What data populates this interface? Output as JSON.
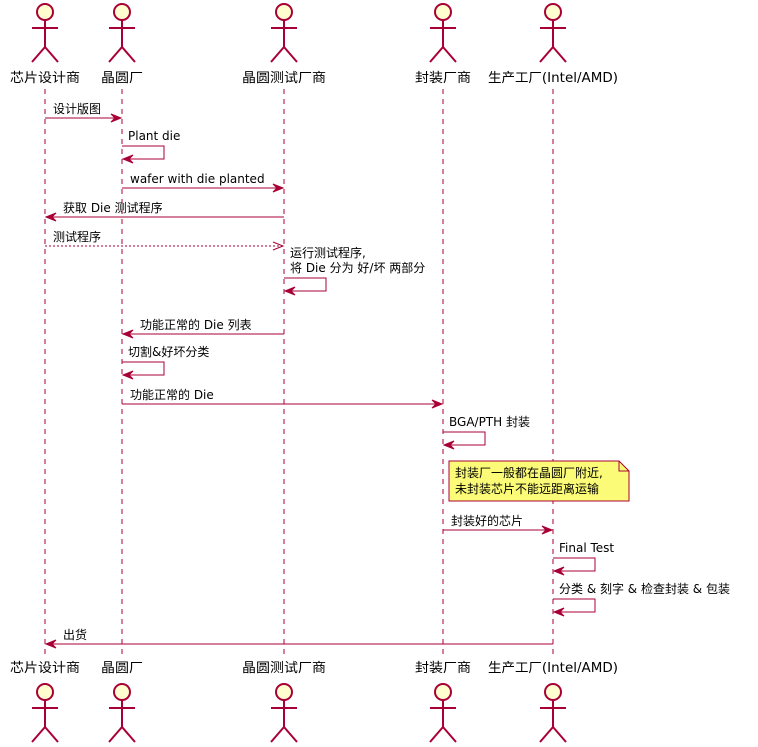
{
  "participants": [
    {
      "id": "chip",
      "label": "芯片设计商"
    },
    {
      "id": "fab",
      "label": "晶圆厂"
    },
    {
      "id": "wtest",
      "label": "晶圆测试厂商"
    },
    {
      "id": "pkg",
      "label": "封装厂商"
    },
    {
      "id": "oem",
      "label": "生产工厂(Intel/AMD)"
    }
  ],
  "messages": [
    {
      "from": "chip",
      "to": "fab",
      "lines": [
        "设计版图"
      ],
      "style": "solid"
    },
    {
      "from": "fab",
      "to": "fab",
      "lines": [
        "Plant die"
      ],
      "style": "solid"
    },
    {
      "from": "fab",
      "to": "wtest",
      "lines": [
        "wafer with die planted"
      ],
      "style": "solid"
    },
    {
      "from": "wtest",
      "to": "chip",
      "lines": [
        "获取 Die 测试程序"
      ],
      "style": "solid"
    },
    {
      "from": "chip",
      "to": "wtest",
      "lines": [
        "测试程序"
      ],
      "style": "dashed"
    },
    {
      "from": "wtest",
      "to": "wtest",
      "lines": [
        "运行测试程序,",
        "将 Die 分为 好/坏 两部分"
      ],
      "style": "solid"
    },
    {
      "from": "wtest",
      "to": "fab",
      "lines": [
        "功能正常的 Die 列表"
      ],
      "style": "solid"
    },
    {
      "from": "fab",
      "to": "fab",
      "lines": [
        "切割&好坏分类"
      ],
      "style": "solid"
    },
    {
      "from": "fab",
      "to": "pkg",
      "lines": [
        "功能正常的 Die"
      ],
      "style": "solid"
    },
    {
      "from": "pkg",
      "to": "pkg",
      "lines": [
        "BGA/PTH 封装"
      ],
      "style": "solid"
    },
    {
      "from": "pkg",
      "to": "oem",
      "lines": [
        "封装好的芯片"
      ],
      "style": "solid"
    },
    {
      "from": "oem",
      "to": "oem",
      "lines": [
        "Final Test"
      ],
      "style": "solid"
    },
    {
      "from": "oem",
      "to": "oem",
      "lines": [
        "分类 & 刻字 & 检查封装 & 包装"
      ],
      "style": "solid"
    },
    {
      "from": "oem",
      "to": "chip",
      "lines": [
        "出货"
      ],
      "style": "solid"
    }
  ],
  "note": {
    "over": "pkg",
    "lines": [
      "封装厂一般都在晶圆厂附近,",
      "未封装芯片不能远距离运输"
    ]
  },
  "colors": {
    "arrow": "#A80036",
    "actor_fill": "#FEFECE",
    "note_fill": "#FBFB77"
  }
}
